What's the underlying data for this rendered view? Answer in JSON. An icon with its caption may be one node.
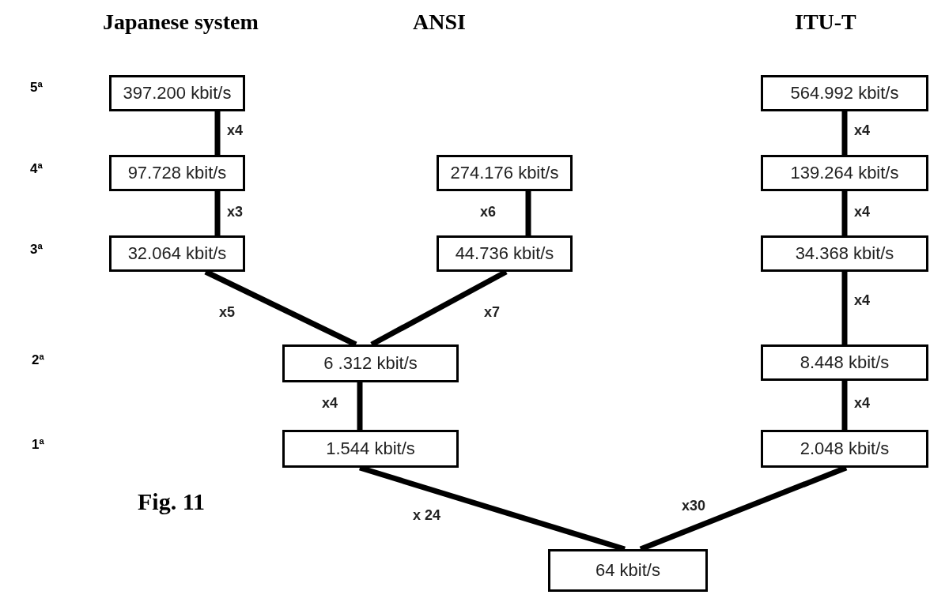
{
  "diagram": {
    "caption": "Fig. 11",
    "nodes": [
      {
        "text": [
          "397.200 kbit/s"
        ]
      },
      {
        "text": [
          "97.728 kbit/s"
        ]
      },
      {
        "text": [
          "32.064 kbit/s"
        ]
      },
      {
        "text": [
          "274.176 kbit/s"
        ]
      },
      {
        "text": [
          "44.736 kbit/s"
        ]
      },
      {
        "text": [
          "6 .312 kbit/s"
        ]
      },
      {
        "text": [
          "1.544 kbit/s"
        ]
      },
      {
        "text": [
          "564.992 kbit/s"
        ]
      },
      {
        "text": [
          "139.264 kbit/s"
        ]
      },
      {
        "text": [
          "34.368 kbit/s"
        ]
      },
      {
        "text": [
          "8.448 kbit/s"
        ]
      },
      {
        "text": [
          "2.048 kbit/s"
        ]
      },
      {
        "text": [
          "64 kbit/s"
        ]
      }
    ],
    "edges": [
      {
        "from": 0,
        "to": 1,
        "arrow": "none",
        "label": "x4"
      },
      {
        "from": 1,
        "to": 2,
        "arrow": "none",
        "label": "x3"
      },
      {
        "from": 3,
        "to": 4,
        "arrow": "none",
        "label": "x6"
      },
      {
        "from": 2,
        "to": 5,
        "arrow": "none",
        "label": "x5"
      },
      {
        "from": 4,
        "to": 5,
        "arrow": "none",
        "label": "x7"
      },
      {
        "from": 5,
        "to": 6,
        "arrow": "none",
        "label": "x4"
      },
      {
        "from": 6,
        "to": 12,
        "arrow": "none",
        "label": "x 24"
      },
      {
        "from": 7,
        "to": 8,
        "arrow": "none",
        "label": "x4"
      },
      {
        "from": 8,
        "to": 9,
        "arrow": "none",
        "label": "x4"
      },
      {
        "from": 9,
        "to": 10,
        "arrow": "none",
        "label": "x4"
      },
      {
        "from": 10,
        "to": 11,
        "arrow": "none",
        "label": "x4"
      },
      {
        "from": 11,
        "to": 12,
        "arrow": "none",
        "label": "x30"
      }
    ],
    "labels": [
      "Japanese system",
      "ANSI",
      "ITU-T",
      "5ª",
      "4ª",
      "3ª",
      "2ª",
      "1ª"
    ]
  }
}
